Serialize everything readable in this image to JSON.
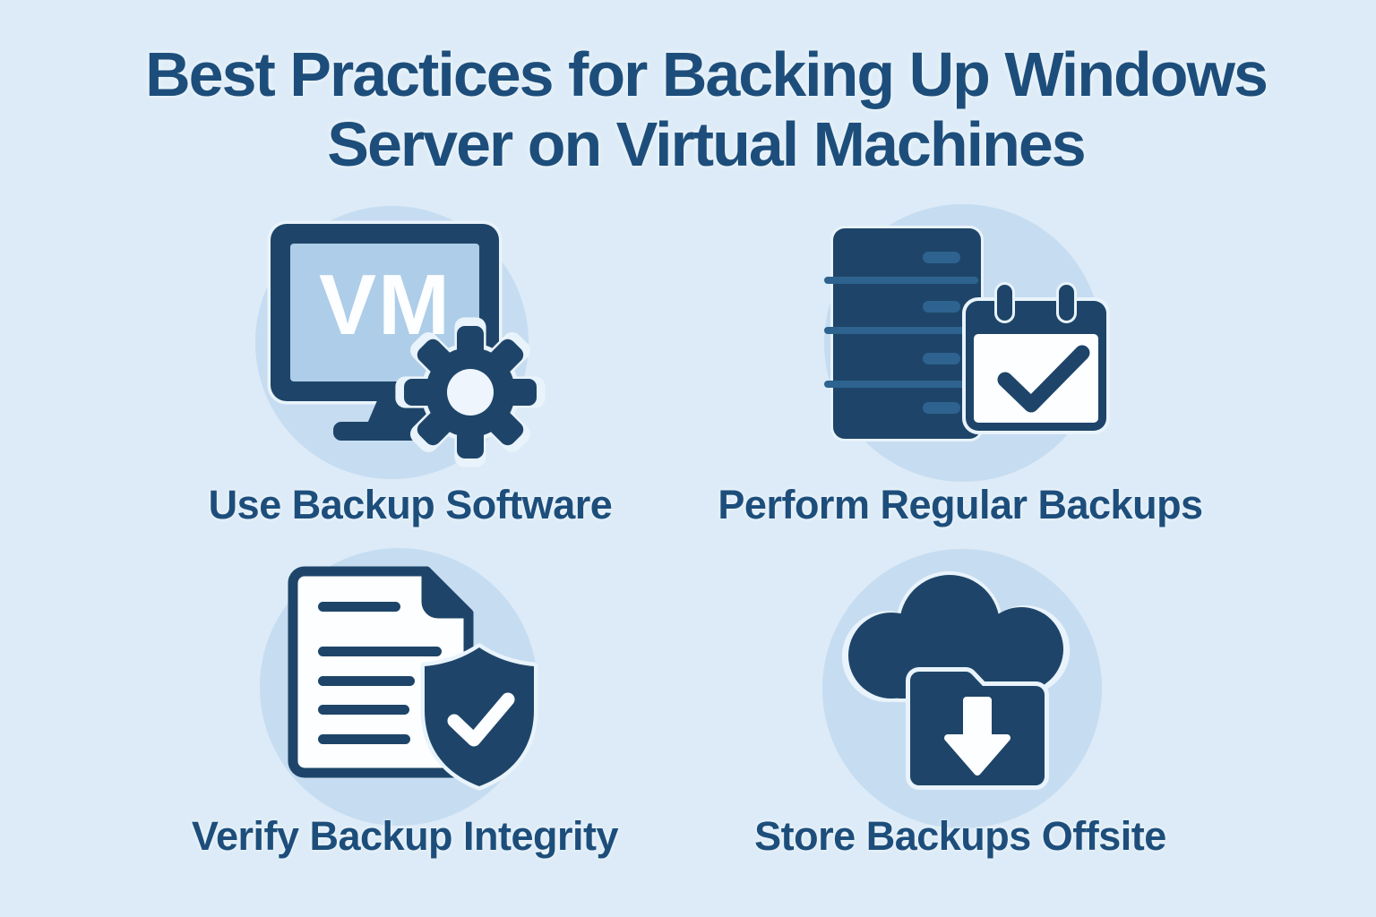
{
  "title": {
    "line1": "Best Practices for Backing Up Windows",
    "line2": "Server on Virtual Machines"
  },
  "colors": {
    "background": "#dcebf7",
    "circle_background": "#c6dcf1",
    "icon_primary": "#1e4569",
    "icon_accent": "#2e6390",
    "screen_blue": "#aecde8",
    "text_navy": "#1d4e7b",
    "white": "#fdfeff",
    "icon_glow": "#e9f3fb"
  },
  "items": [
    {
      "id": "use-backup-software",
      "label": "Use Backup Software",
      "icon": "vm-monitor-gear-icon",
      "screen_text": "VM"
    },
    {
      "id": "perform-regular-backups",
      "label": "Perform Regular Backups",
      "icon": "server-calendar-check-icon"
    },
    {
      "id": "verify-backup-integrity",
      "label": "Verify Backup Integrity",
      "icon": "document-shield-check-icon"
    },
    {
      "id": "store-backups-offsite",
      "label": "Store Backups Offsite",
      "icon": "cloud-folder-download-icon"
    }
  ]
}
